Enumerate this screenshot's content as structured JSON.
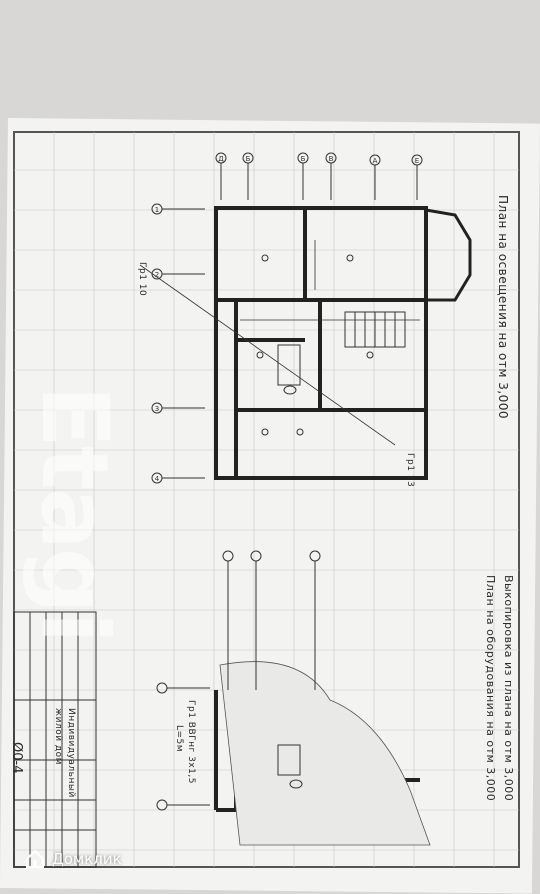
{
  "drawing": {
    "upper_plan_title": "План на освещения на отм 3,000",
    "lower_plan_title_line1": "Выкопировка из плана на отм 3,000",
    "lower_plan_title_line2": "План на оборудования на отм 3,000",
    "sheet_number": "Ø0-4",
    "title_block_line1": "Индивидуальный",
    "title_block_line2": "жилой дом",
    "callout_left": "Гр1 10",
    "callout_right": "Гр1 13",
    "lower_callout": "Гр1 ВВГнг 3х1,5",
    "lower_callout2": "L=5м"
  },
  "axis_marks_top": [
    "Д",
    "Б",
    "Б",
    "В",
    "А",
    "Е"
  ],
  "axis_marks_left": [
    "1",
    "2",
    "3",
    "4"
  ],
  "overlays": {
    "watermark": "Etagi",
    "brand": "Домклик"
  },
  "colors": {
    "paper": "#f3f3f1",
    "ink": "#2a2a2a",
    "background": "#d9d7d6"
  }
}
